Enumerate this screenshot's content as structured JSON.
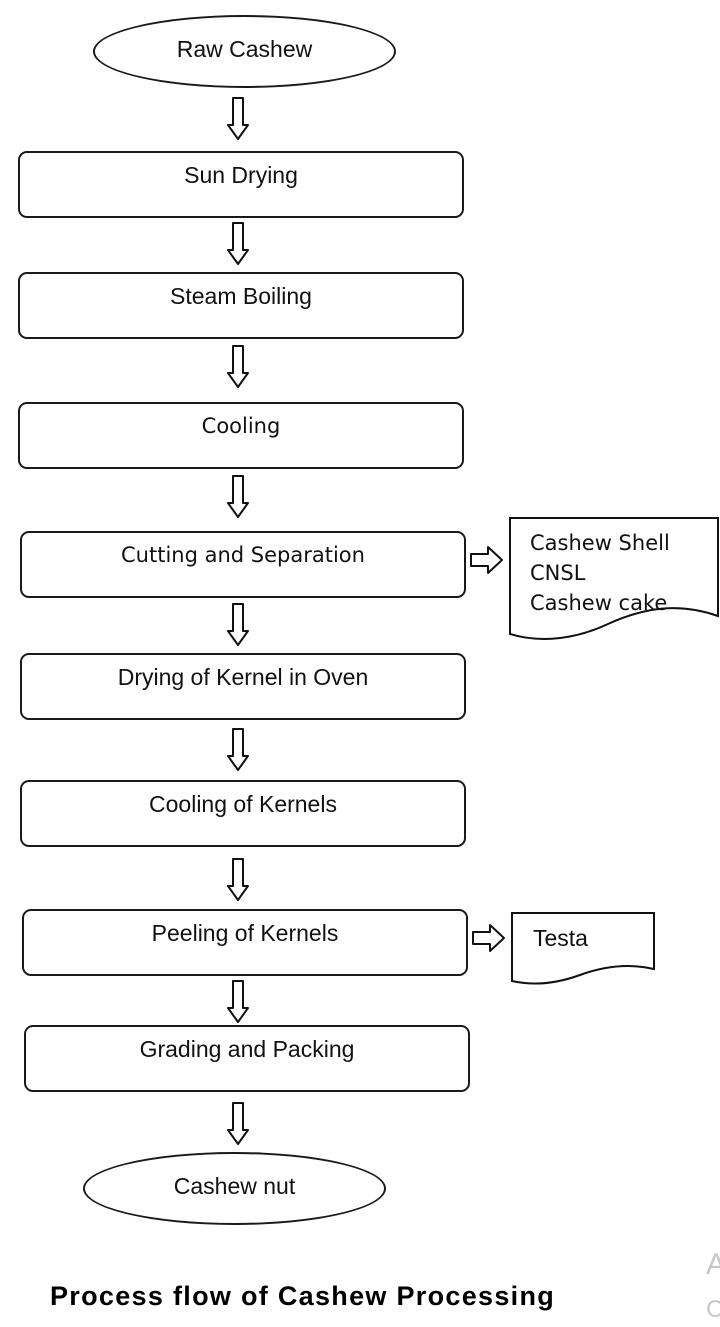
{
  "diagram": {
    "start": "Raw Cashew",
    "steps": [
      "Sun Drying",
      "Steam Boiling",
      "Cooling",
      "Cutting and Separation",
      "Drying of Kernel in Oven",
      "Cooling of Kernels",
      "Peeling of Kernels",
      "Grading and Packing"
    ],
    "end": "Cashew nut",
    "byproducts_cutting": [
      "Cashew Shell",
      "CNSL",
      "Cashew cake"
    ],
    "byproducts_peeling": [
      "Testa"
    ],
    "caption": "Process flow of Cashew Processing",
    "edge_marks": [
      "A",
      "C"
    ]
  }
}
